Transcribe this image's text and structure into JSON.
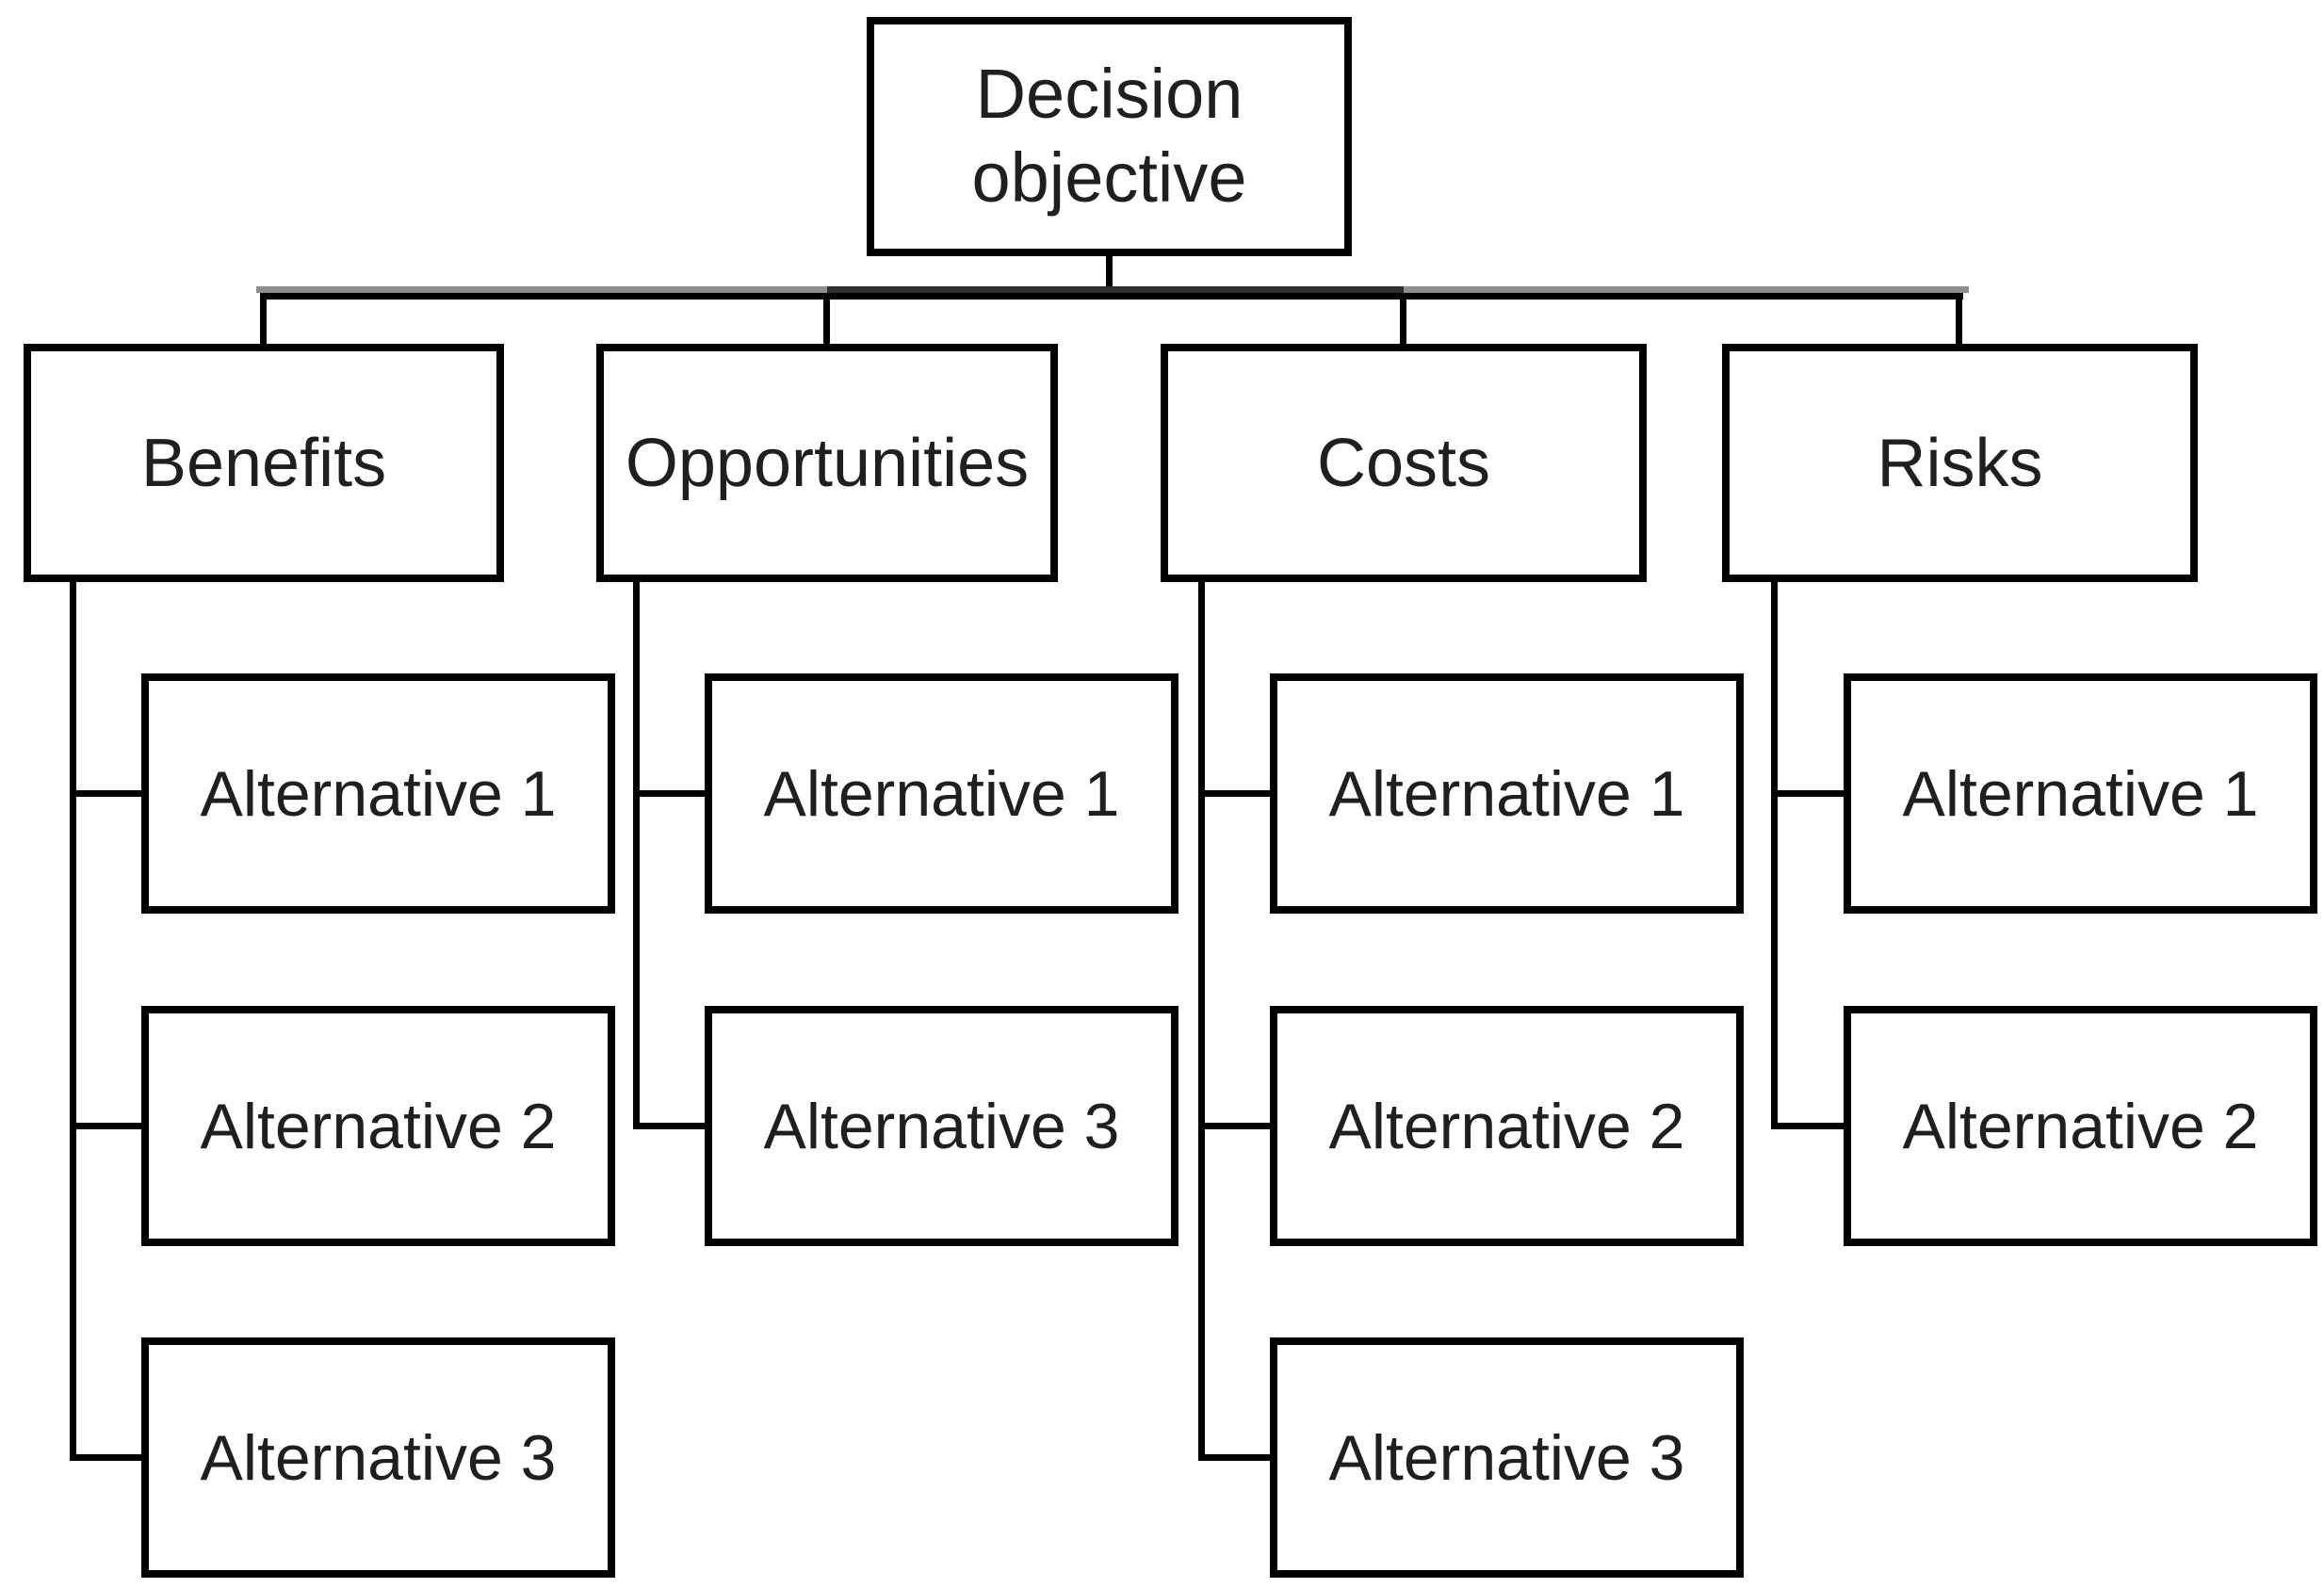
{
  "colors": {
    "border": "#000000",
    "text": "#1f1f1f",
    "background": "#ffffff",
    "connector": "#000000",
    "echo_grey": "#8e8e8e",
    "echo_dark": "#2e2e2e"
  },
  "diagram": {
    "type": "hierarchy-tree",
    "root": {
      "label": "Decision objective"
    },
    "criteria": [
      {
        "label": "Benefits",
        "alternatives": [
          "Alternative 1",
          "Alternative 2",
          "Alternative 3"
        ]
      },
      {
        "label": "Opportunities",
        "alternatives": [
          "Alternative 1",
          "Alternative 3"
        ]
      },
      {
        "label": "Costs",
        "alternatives": [
          "Alternative 1",
          "Alternative 2",
          "Alternative 3"
        ]
      },
      {
        "label": "Risks",
        "alternatives": [
          "Alternative 1",
          "Alternative 2"
        ]
      }
    ]
  }
}
